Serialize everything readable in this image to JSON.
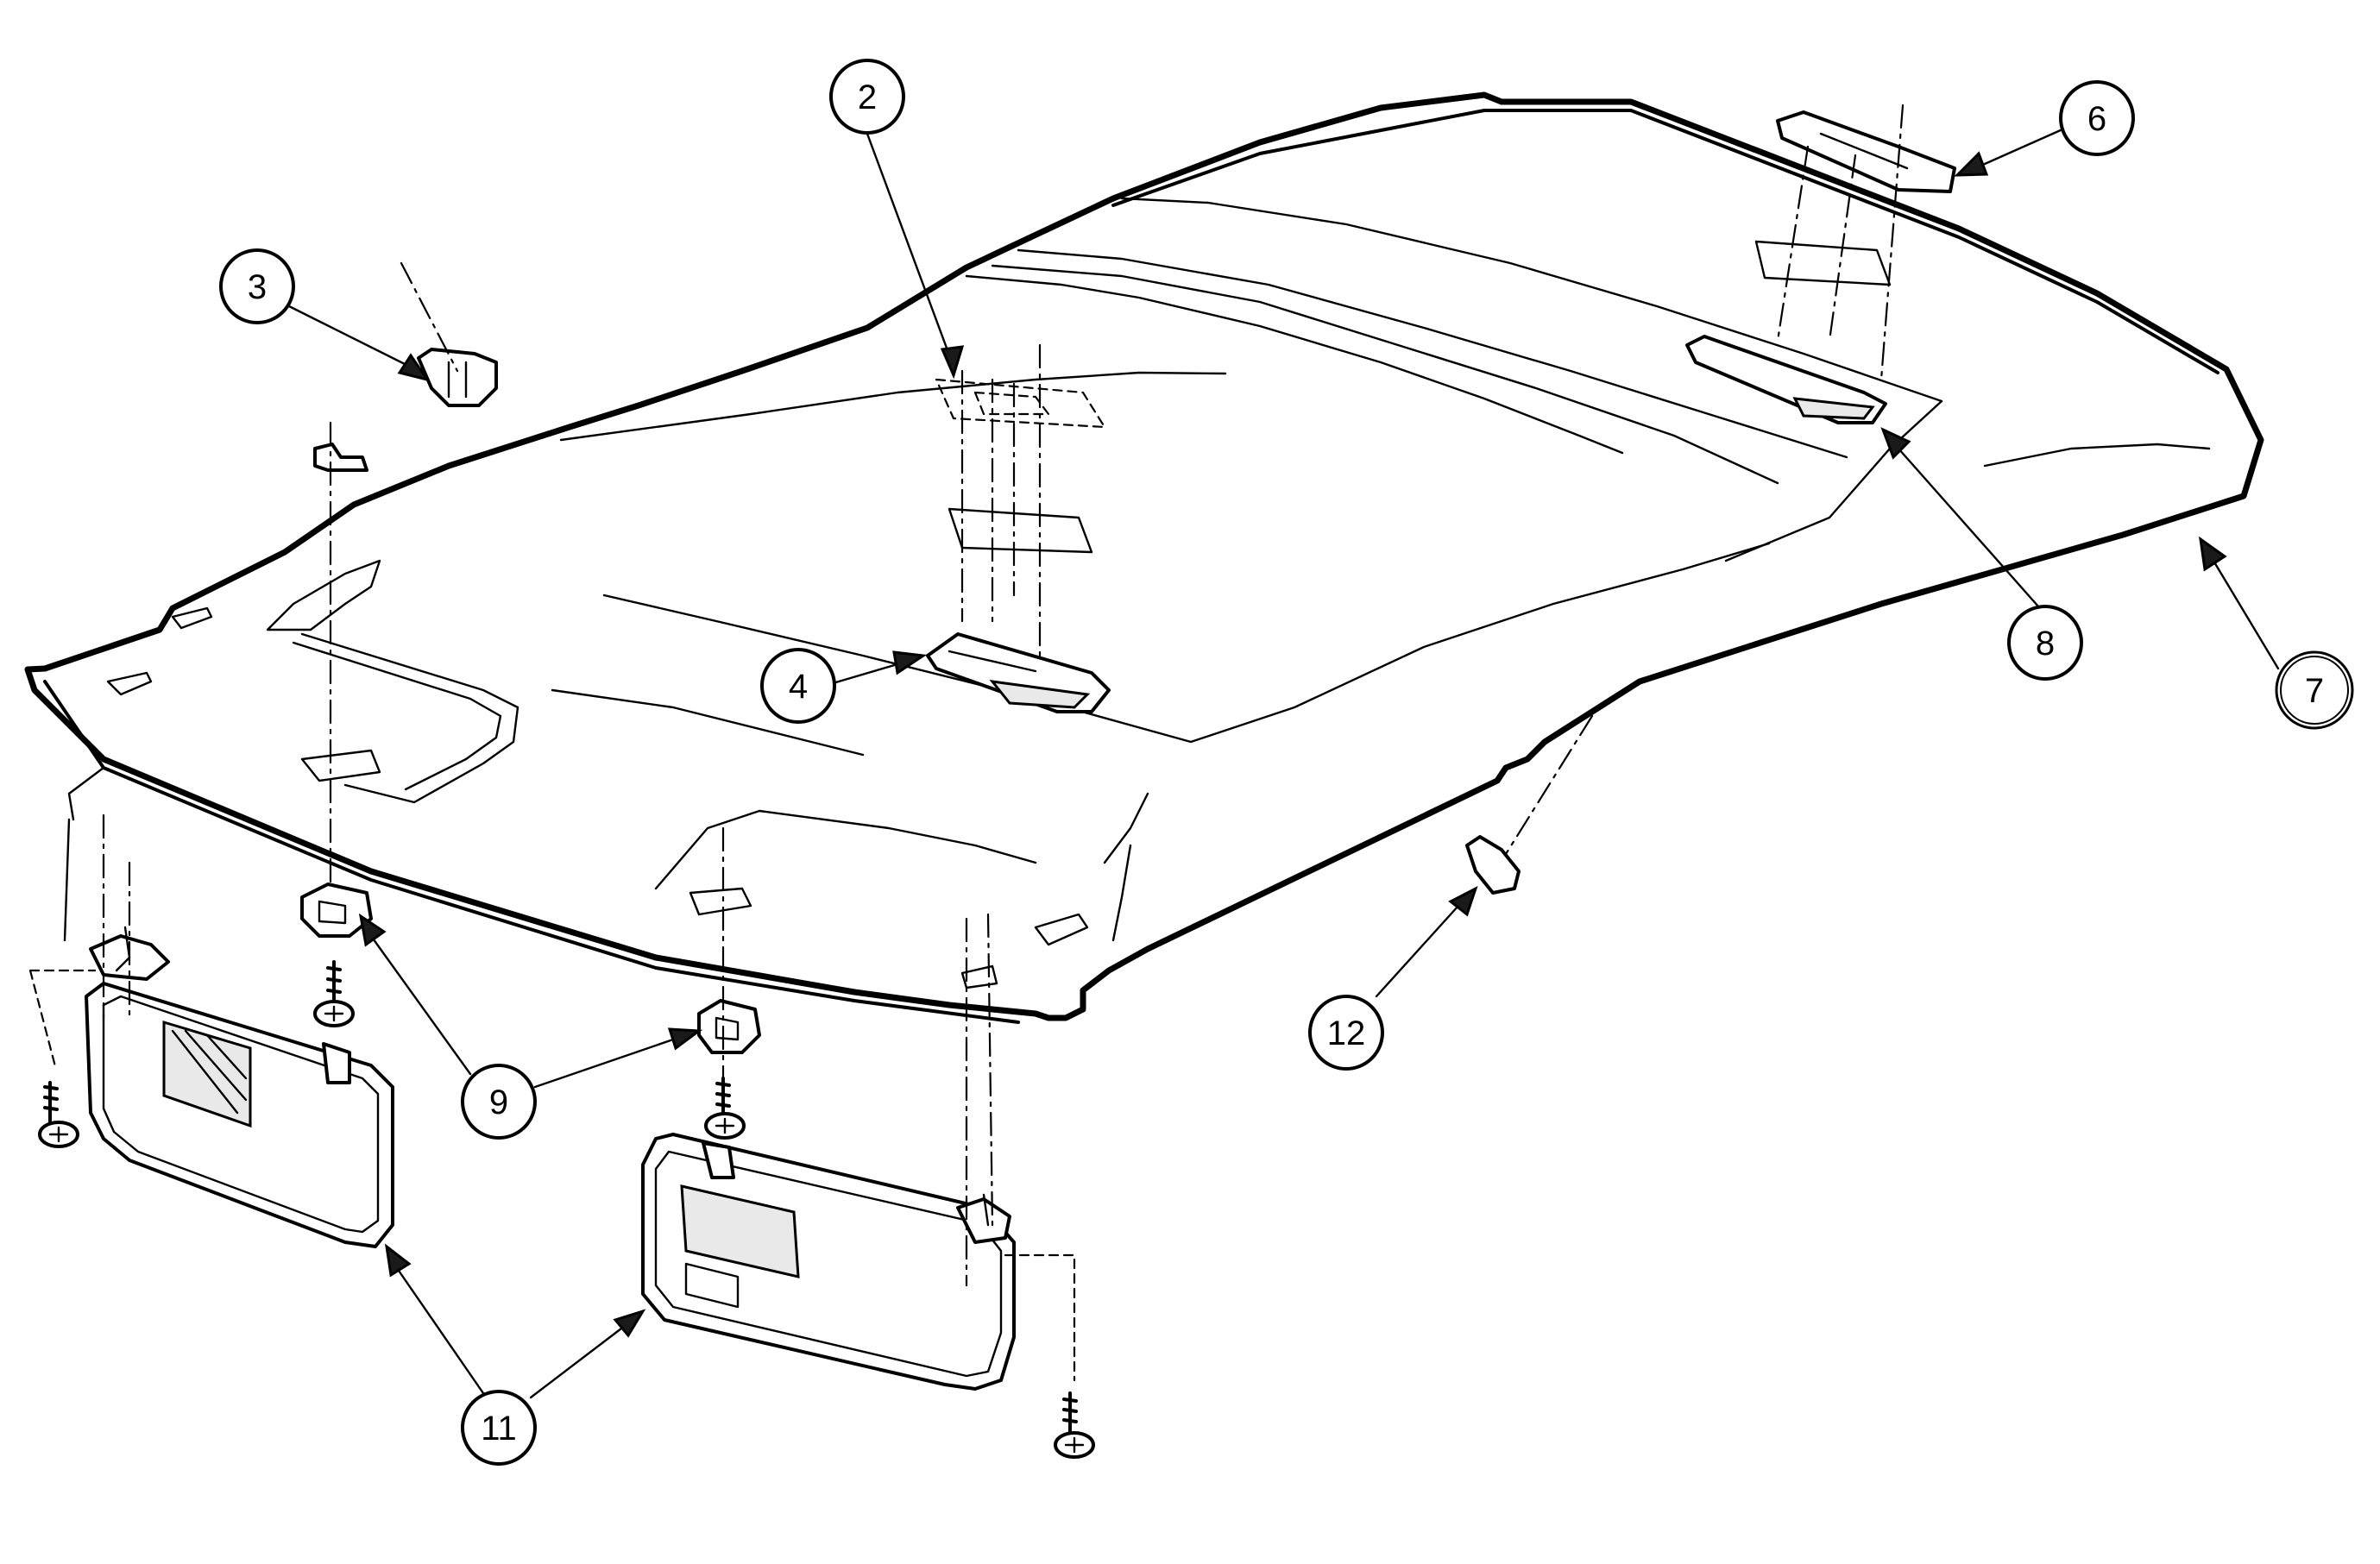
{
  "callouts": [
    {
      "id": "c2",
      "label": "2"
    },
    {
      "id": "c3",
      "label": "3"
    },
    {
      "id": "c4",
      "label": "4"
    },
    {
      "id": "c6",
      "label": "6"
    },
    {
      "id": "c7",
      "label": "7"
    },
    {
      "id": "c8",
      "label": "8"
    },
    {
      "id": "c9",
      "label": "9"
    },
    {
      "id": "c11",
      "label": "11"
    },
    {
      "id": "c12",
      "label": "12"
    }
  ]
}
